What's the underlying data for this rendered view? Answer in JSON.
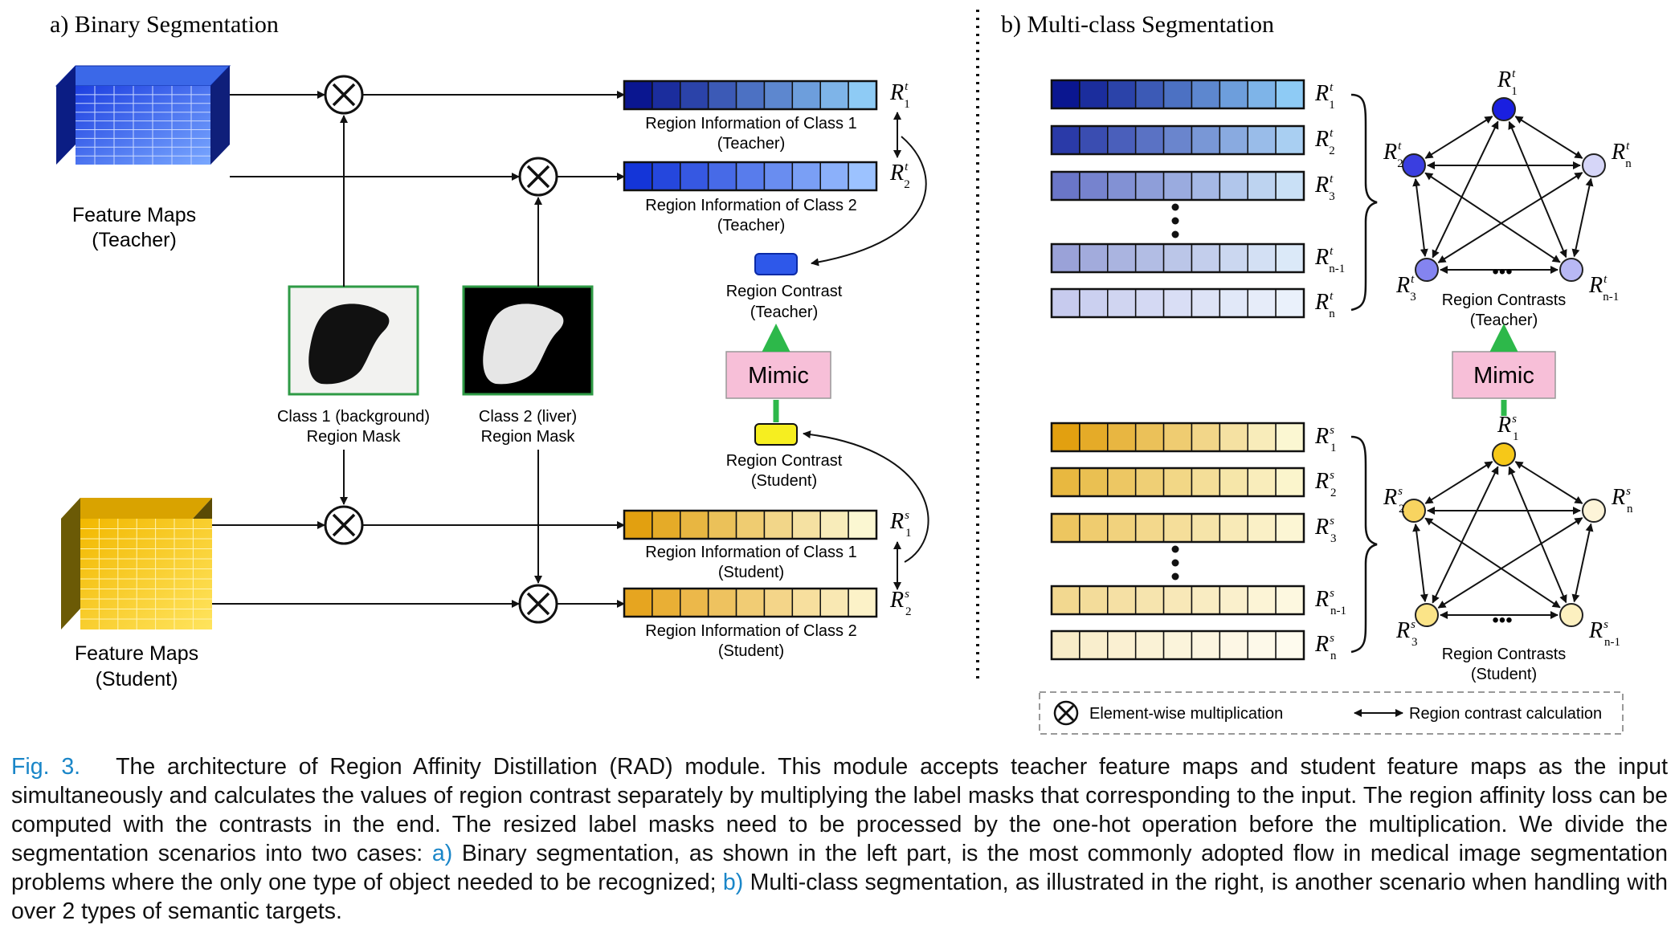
{
  "panels": {
    "binary_title": "a) Binary Segmentation",
    "multiclass_title": "b) Multi-class Segmentation"
  },
  "binary": {
    "feature_teacher": [
      "Feature Maps",
      "(Teacher)"
    ],
    "feature_student": [
      "Feature Maps",
      "(Student)"
    ],
    "mask1": [
      "Class 1 (background)",
      "Region Mask"
    ],
    "mask2": [
      "Class 2 (liver)",
      "Region Mask"
    ],
    "region_t1": [
      "Region Information of Class 1",
      "(Teacher)"
    ],
    "region_t2": [
      "Region Information of Class 2",
      "(Teacher)"
    ],
    "region_s1": [
      "Region Information of Class 1",
      "(Student)"
    ],
    "region_s2": [
      "Region Information of Class 2",
      "(Student)"
    ],
    "contrast_teacher": [
      "Region Contrast",
      "(Teacher)"
    ],
    "contrast_student": [
      "Region Contrast",
      "(Student)"
    ],
    "mimic": "Mimic",
    "labels": {
      "rt1": [
        "R",
        "t",
        "1"
      ],
      "rt2": [
        "R",
        "t",
        "2"
      ],
      "rs1": [
        "R",
        "s",
        "1"
      ],
      "rs2": [
        "R",
        "s",
        "2"
      ]
    }
  },
  "multiclass": {
    "teacher_rows": [
      [
        "R",
        "t",
        "1"
      ],
      [
        "R",
        "t",
        "2"
      ],
      [
        "R",
        "t",
        "3"
      ],
      [
        "R",
        "t",
        "n-1"
      ],
      [
        "R",
        "t",
        "n"
      ]
    ],
    "student_rows": [
      [
        "R",
        "s",
        "1"
      ],
      [
        "R",
        "s",
        "2"
      ],
      [
        "R",
        "s",
        "3"
      ],
      [
        "R",
        "s",
        "n-1"
      ],
      [
        "R",
        "s",
        "n"
      ]
    ],
    "contrast_teacher": [
      "Region Contrasts",
      "(Teacher)"
    ],
    "contrast_student": [
      "Region Contrasts",
      "(Student)"
    ],
    "mimic": "Mimic",
    "ellipsis": "•••",
    "teacher_nodes": [
      [
        "R",
        "t",
        "1"
      ],
      [
        "R",
        "t",
        "2"
      ],
      [
        "R",
        "t",
        "n"
      ],
      [
        "R",
        "t",
        "3"
      ],
      [
        "R",
        "t",
        "n-1"
      ]
    ],
    "student_nodes": [
      [
        "R",
        "s",
        "1"
      ],
      [
        "R",
        "s",
        "2"
      ],
      [
        "R",
        "s",
        "n"
      ],
      [
        "R",
        "s",
        "3"
      ],
      [
        "R",
        "s",
        "n-1"
      ]
    ]
  },
  "legend": {
    "multiply": "Element-wise multiplication",
    "contrast": "Region contrast calculation"
  },
  "colors": {
    "teacher_dark": "#0a1690",
    "teacher_light": "#8ecbf5",
    "student_dark": "#e2a010",
    "student_light": "#fbf7d2",
    "mimic_fill": "#f7bfd8",
    "arrow_green": "#2db84a",
    "mask_border": "#2e9a45",
    "caption_blue": "#1a86c8"
  },
  "caption": {
    "fig_label": "Fig. 3.",
    "part1": "The architecture of Region Affinity Distillation (RAD) module. This module accepts teacher feature maps and student feature maps as the input simultaneously and calculates the values of region contrast separately by multiplying the label masks that corresponding to the input. The region affinity loss can be computed with the contrasts in the end. The resized label masks need to be processed by the one-hot operation before the multiplication. We divide the segmentation scenarios into two cases:",
    "a_label": "a)",
    "part2": "Binary segmentation, as shown in the left part, is the most commonly adopted flow in medical image segmentation problems where the only one type of object needed to be recognized;",
    "b_label": "b)",
    "part3": "Multi-class segmentation, as illustrated in the right, is another scenario when handling with over 2 types of semantic targets."
  }
}
